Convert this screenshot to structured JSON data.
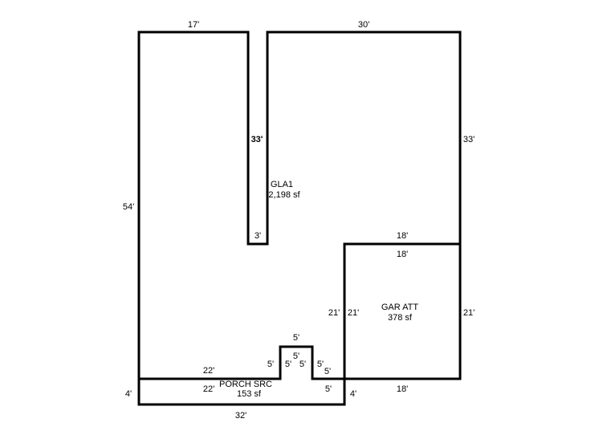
{
  "areas": {
    "gla1": {
      "name": "GLA1",
      "size": "2,198 sf"
    },
    "garage": {
      "name": "GAR ATT",
      "size": "378 sf"
    },
    "porch": {
      "name": "PORCH SRC",
      "size": "153 sf"
    }
  },
  "dimensions": {
    "top_left": "17'",
    "top_right": "30'",
    "left_side": "54'",
    "notch_inner": "33'",
    "right_upper": "33'",
    "notch_bottom": "3'",
    "garage_top_outer": "18'",
    "garage_top_inner": "18'",
    "garage_left_outer": "21'",
    "garage_left_inner": "21'",
    "garage_right": "21'",
    "garage_bottom": "18'",
    "bump_top": "5'",
    "bump_left_outer": "5'",
    "bump_left_inner": "5'",
    "bump_top_inner": "5'",
    "bump_right_inner": "5'",
    "bump_right_outer": "5'",
    "bump_right_lower": "5'",
    "porch_top_upper": "22'",
    "porch_top_lower": "22'",
    "porch_right_below": "5'",
    "porch_left": "4'",
    "porch_right": "4'",
    "porch_bottom": "32'"
  },
  "colors": {
    "line": "#000000",
    "background": "#ffffff"
  }
}
